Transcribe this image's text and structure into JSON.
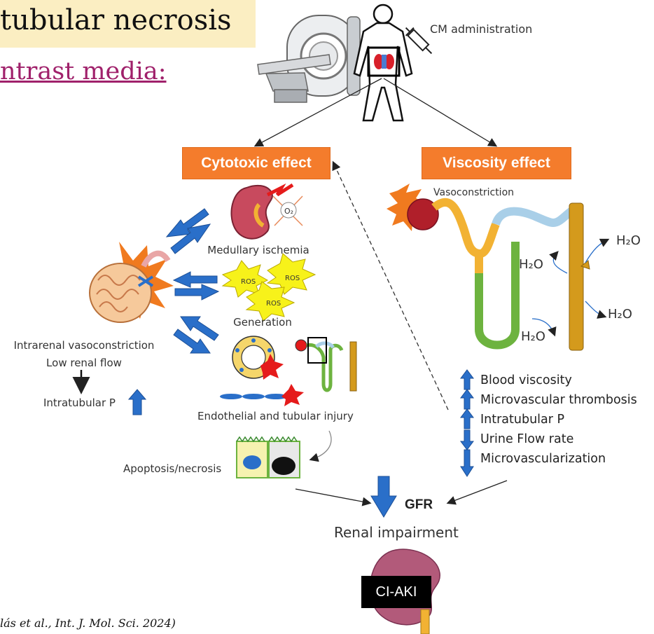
{
  "header": {
    "title": "tubular necrosis",
    "subtitle": "ntrast media:"
  },
  "diagram": {
    "admin_label": "CM administration",
    "cytotoxic_box": "Cytotoxic effect",
    "viscosity_box": "Viscosity effect",
    "vasoconstriction_label": "Vasoconstriction",
    "medullary_label": "Medullary ischemia",
    "o2_label": "O₂",
    "ros_labels": [
      "ROS",
      "ROS",
      "ROS"
    ],
    "generation_label": "Generation",
    "intrarenal_label": "Intrarenal vasoconstriction",
    "low_flow_label": "Low renal flow",
    "intratubular_label": "Intratubular P",
    "injury_label": "Endothelial and tubular injury",
    "apoptosis_label": "Apoptosis/necrosis",
    "h2o_labels": [
      "H₂O",
      "H₂O",
      "H₂O",
      "H₂O"
    ],
    "effects_list": [
      {
        "direction": "up",
        "text": "Blood viscosity"
      },
      {
        "direction": "up",
        "text": "Microvascular thrombosis"
      },
      {
        "direction": "up",
        "text": "Intratubular P"
      },
      {
        "direction": "down",
        "text": "Urine Flow rate"
      },
      {
        "direction": "down",
        "text": "Microvascularization"
      }
    ],
    "gfr_label": "GFR",
    "renal_label": "Renal impairment",
    "ciaki_label": "CI-AKI"
  },
  "citation": "lás et al., Int. J. Mol. Sci. 2024)",
  "colors": {
    "orange": "#f47c2c",
    "blue_arrow": "#2a6fc9",
    "tubule_yellow": "#f2b233",
    "tubule_green": "#6db33f",
    "tubule_blue": "#a9cfe8",
    "duct_brown": "#d49a1c",
    "ros_yellow": "#f7f21a",
    "red": "#d8202a"
  }
}
